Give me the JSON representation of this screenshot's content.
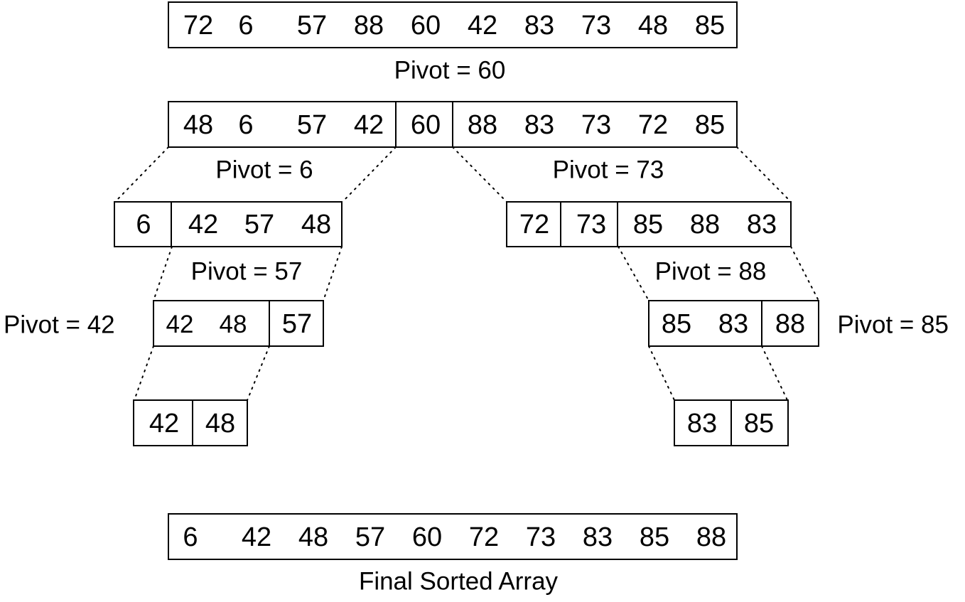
{
  "arrays": {
    "initial": [
      "72",
      "6",
      "57",
      "88",
      "60",
      "42",
      "83",
      "73",
      "48",
      "85"
    ],
    "level1": [
      "48",
      "6",
      "57",
      "42",
      "60",
      "88",
      "83",
      "73",
      "72",
      "85"
    ],
    "left2": [
      "6",
      "42",
      "57",
      "48"
    ],
    "right2": [
      "72",
      "73",
      "85",
      "88",
      "83"
    ],
    "left3": [
      "42",
      "48",
      "57"
    ],
    "right3": [
      "85",
      "83",
      "88"
    ],
    "left4": [
      "42",
      "48"
    ],
    "right4": [
      "83",
      "85"
    ],
    "final": [
      "6",
      "42",
      "48",
      "57",
      "60",
      "72",
      "73",
      "83",
      "85",
      "88"
    ]
  },
  "labels": {
    "pivot_60": "Pivot = 60",
    "pivot_6": "Pivot = 6",
    "pivot_73": "Pivot = 73",
    "pivot_57": "Pivot = 57",
    "pivot_88": "Pivot = 88",
    "pivot_42": "Pivot = 42",
    "pivot_85": "Pivot = 85",
    "final": "Final Sorted Array"
  }
}
